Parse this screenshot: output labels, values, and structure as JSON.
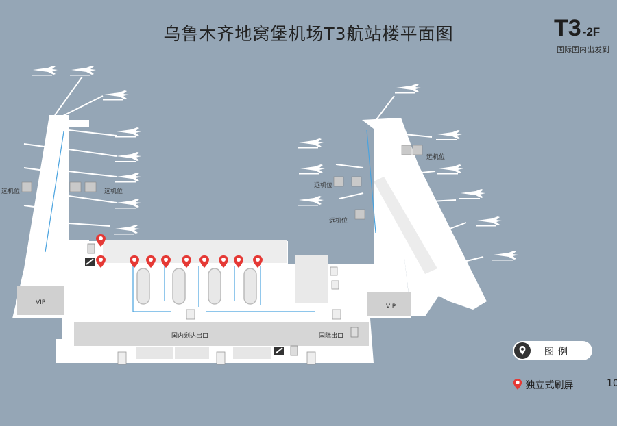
{
  "title": "乌鲁木齐地窝堡机场T3航站楼平面图",
  "floor": {
    "main": "T3",
    "sub": "-2F",
    "desc": "国际国内出发到"
  },
  "labels": {
    "remote_stand": "远机位",
    "vip": "VIP",
    "domestic_exit": "国内剩达出口",
    "intl_exit": "国际出口"
  },
  "legend": {
    "title": "图例",
    "item": "独立式刷屏",
    "count": "10"
  },
  "colors": {
    "background": "#95a6b6",
    "marker": "#e53935",
    "building": "#ffffff",
    "hall": "#d9d9d9",
    "route": "#4aa3df"
  },
  "icons": {
    "marker": "location-pin-icon",
    "plane": "airplane-icon",
    "escalator": "escalator-icon"
  }
}
